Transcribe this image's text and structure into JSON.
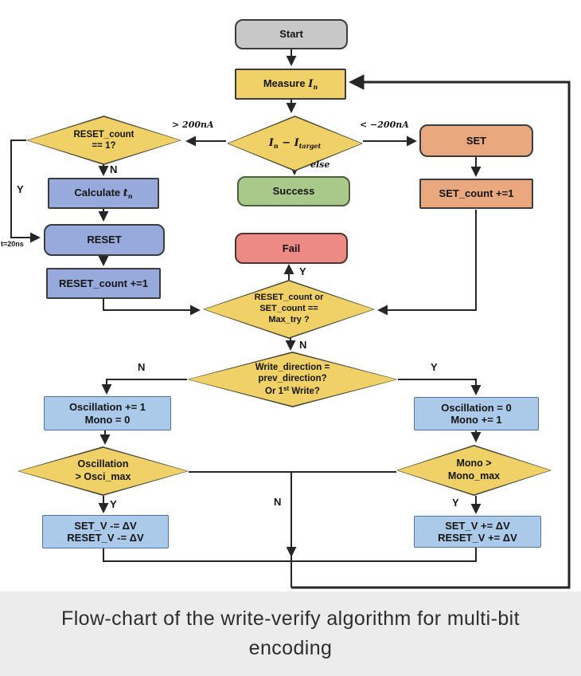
{
  "caption": {
    "line1": "Flow-chart of the write-verify algorithm for multi-bit",
    "line2": "encoding"
  },
  "nodes": {
    "start": {
      "label": "Start"
    },
    "measure": {
      "prefix": "Measure ",
      "var": "I",
      "sub": "n"
    },
    "reset_count_check": {
      "line1": "RESET_count",
      "line2": "== 1?"
    },
    "current_check": {
      "var1": "I",
      "sub1": "n",
      "minus": " − ",
      "var2": "I",
      "sub2": "target"
    },
    "set": {
      "label": "SET"
    },
    "set_count": {
      "label": "SET_count +=1"
    },
    "calculate": {
      "prefix": "Calculate ",
      "var": "t",
      "sub": "n"
    },
    "reset": {
      "label": "RESET"
    },
    "reset_count": {
      "label": "RESET_count +=1"
    },
    "success": {
      "label": "Success"
    },
    "fail": {
      "label": "Fail"
    },
    "max_try_check": {
      "line1": "RESET_count or",
      "line2": "SET_count ==",
      "line3": "Max_try ?"
    },
    "write_dir_check": {
      "line1": "Write_direction =",
      "line2": "prev_direction?",
      "line3_prefix": "Or 1",
      "line3_sup": "st",
      "line3_suffix": " Write?"
    },
    "osc_inc": {
      "line1": "Oscillation += 1",
      "line2": "Mono = 0"
    },
    "osc_zero": {
      "line1": "Oscillation = 0",
      "line2": "Mono += 1"
    },
    "osci_check": {
      "line1": "Oscillation",
      "line2": "> Osci_max"
    },
    "mono_check": {
      "line1": "Mono >",
      "line2": "Mono_max"
    },
    "setv_minus": {
      "line1": "SET_V -= ΔV",
      "line2": "RESET_V -= ΔV"
    },
    "setv_plus": {
      "line1": "SET_V += ΔV",
      "line2": "RESET_V += ΔV"
    }
  },
  "edge_labels": {
    "gt200": "> 200nA",
    "lt200": "< −200nA",
    "else": "else",
    "n_reset": "N",
    "y_reset": "Y",
    "t20ns": "t=20ns",
    "y_fail": "Y",
    "n_maxtry": "N",
    "n_left": "N",
    "y_right": "Y",
    "y_osci": "Y",
    "y_mono": "Y",
    "n_center": "N"
  },
  "colors": {
    "yellow": "#f0d168",
    "orange": "#e9a87e",
    "periwinkle": "#98aadb",
    "lightblue": "#abc9e8",
    "green": "#a8c98a",
    "red": "#ee8a84",
    "gray": "#c8c8c8",
    "line": "#262626",
    "caption-bg": "#ececec",
    "caption-text": "#2e2e2e"
  }
}
